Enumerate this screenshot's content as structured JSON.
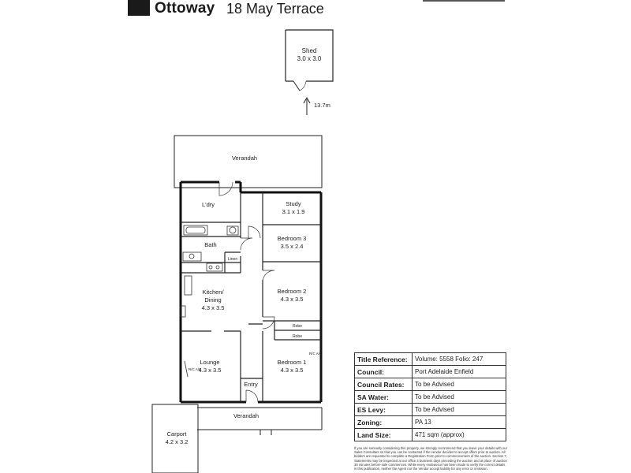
{
  "header": {
    "suburb": "Ottoway",
    "street": "18 May Terrace"
  },
  "rooms": {
    "shed": {
      "name": "Shed",
      "size": "3.0 x 3.0"
    },
    "distance": "13.7m",
    "verandah_rear": {
      "name": "Verandah"
    },
    "laundry": {
      "name": "L'dry"
    },
    "study": {
      "name": "Study",
      "size": "3.1 x 1.9"
    },
    "bath": {
      "name": "Bath"
    },
    "bedroom3": {
      "name": "Bedroom 3",
      "size": "3.5 x 2.4"
    },
    "linen": {
      "name": "Linen"
    },
    "kitchen": {
      "line1": "Kitchen/",
      "line2": "Dining",
      "size": "4.3 x 3.5"
    },
    "bedroom2": {
      "name": "Bedroom 2",
      "size": "4.3 x 3.5"
    },
    "robe1": {
      "name": "Robe"
    },
    "robe2": {
      "name": "Robe"
    },
    "lounge": {
      "name": "Lounge",
      "size": "4.3 x 3.5"
    },
    "bedroom1": {
      "name": "Bedroom 1",
      "size": "4.3 x 3.5"
    },
    "ac_label": "R/C A/C",
    "entry": {
      "name": "Entry"
    },
    "verandah_front": {
      "name": "Verandah"
    },
    "carport": {
      "name": "Carport",
      "size": "4.2 x 3.2"
    }
  },
  "info": {
    "rows": [
      {
        "key": "Title Reference:",
        "value": "Volume: 5558 Folio: 247"
      },
      {
        "key": "Council:",
        "value": "Port Adelaide Enfield"
      },
      {
        "key": "Council Rates:",
        "value": "To be Advised"
      },
      {
        "key": "SA Water:",
        "value": "To be Advised"
      },
      {
        "key": "ES Levy:",
        "value": "To be Advised"
      },
      {
        "key": "Zoning:",
        "value": "PA 13"
      },
      {
        "key": "Land Size:",
        "value": "471 sqm (approx)"
      }
    ]
  },
  "disclaimer": "If you are seriously considering this property, we strongly recommend that you leave your details with our Sales Consultant so that you can be contacted if the vendor decides to accept offers prior to auction. All bidders are requested to complete a Registration Form prior to commencement of the auction. Section 7, Statements may be inspected at our office 3 business days preceding the auction and at place of auction 30 minutes before sale commences. While every endeavour has been made to verify the correct details in this publication, neither the Agent nor the Vendor accept liability for any error or omission."
}
